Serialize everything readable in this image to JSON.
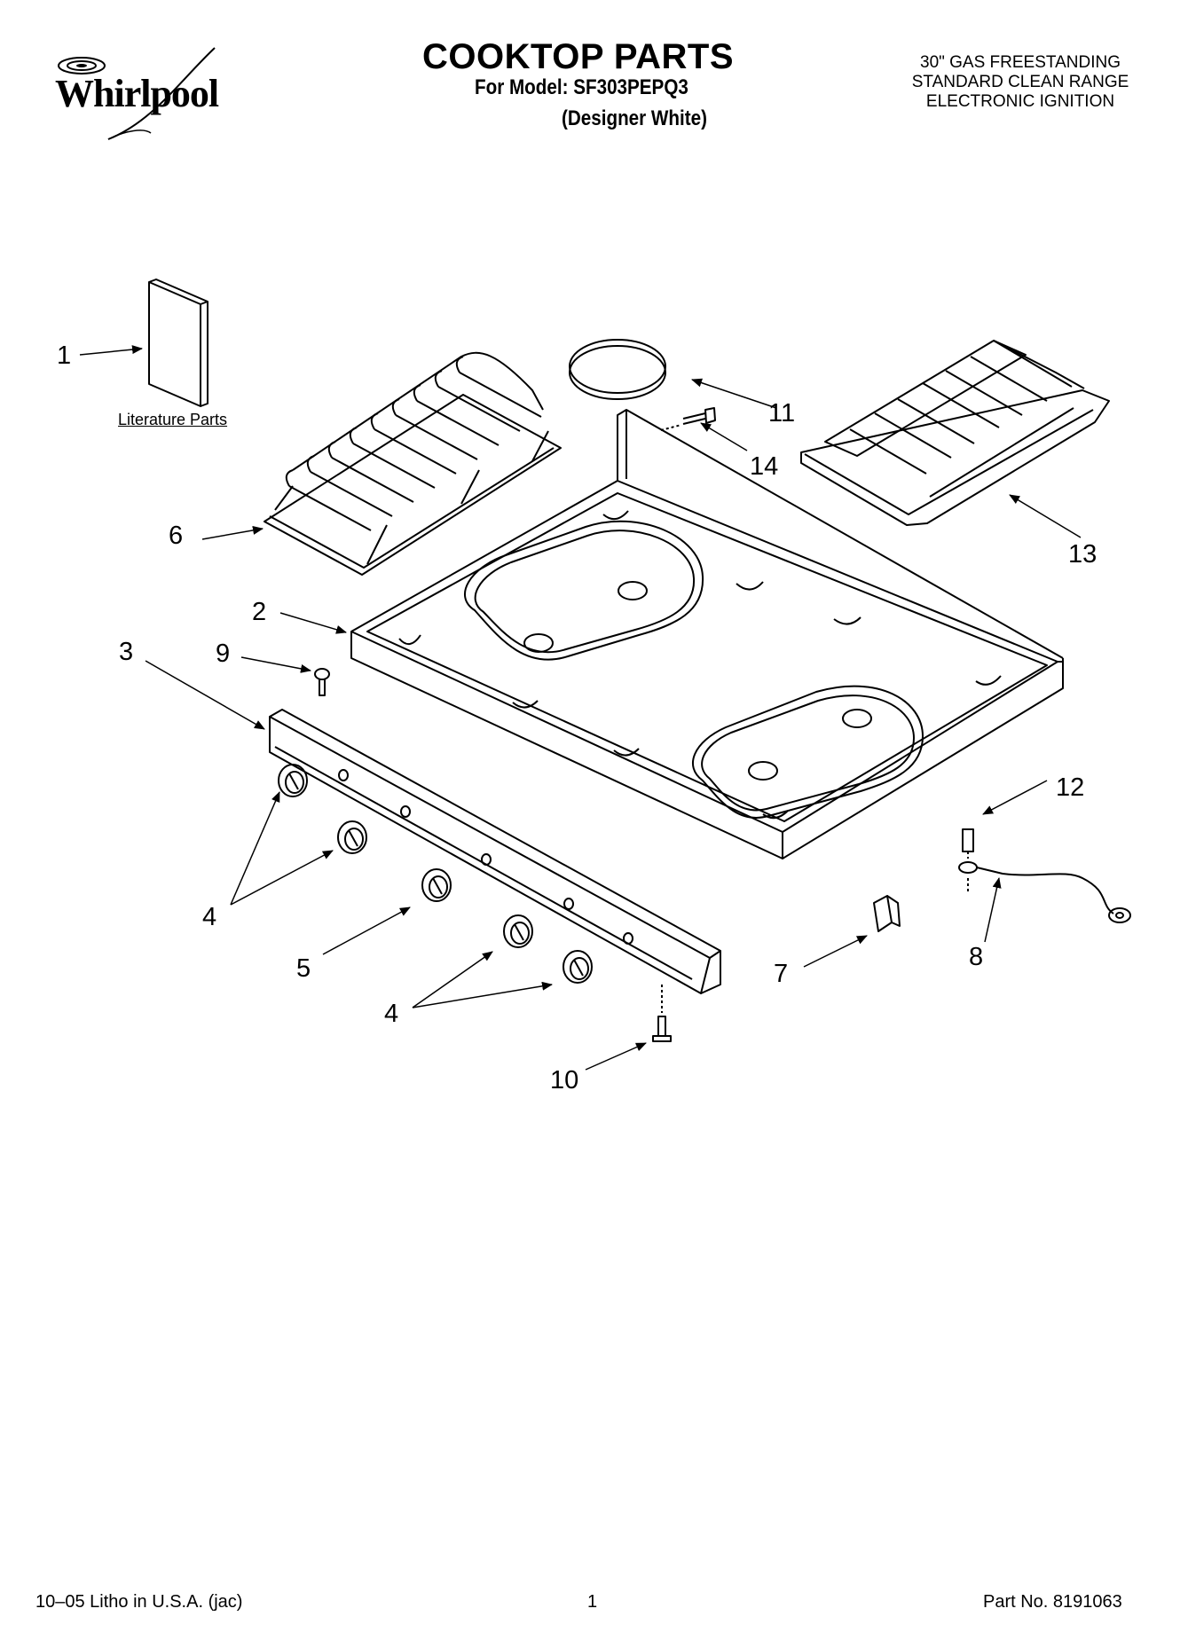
{
  "header": {
    "brand": "Whirlpool",
    "title": "COOKTOP PARTS",
    "model_line": "For Model: SF303PEPQ3",
    "color_line": "(Designer White)",
    "desc_lines": [
      "30\" GAS FREESTANDING",
      "STANDARD CLEAN RANGE",
      "ELECTRONIC IGNITION"
    ]
  },
  "literature_label": "Literature Parts",
  "callouts": {
    "c1": "1",
    "c2": "2",
    "c3": "3",
    "c4a": "4",
    "c4b": "4",
    "c5": "5",
    "c6": "6",
    "c7": "7",
    "c8": "8",
    "c9": "9",
    "c10": "10",
    "c11": "11",
    "c12": "12",
    "c13": "13",
    "c14": "14"
  },
  "footer": {
    "litho": "10–05 Litho in U.S.A. (jac)",
    "page": "1",
    "part_no": "Part No. 8191063"
  }
}
